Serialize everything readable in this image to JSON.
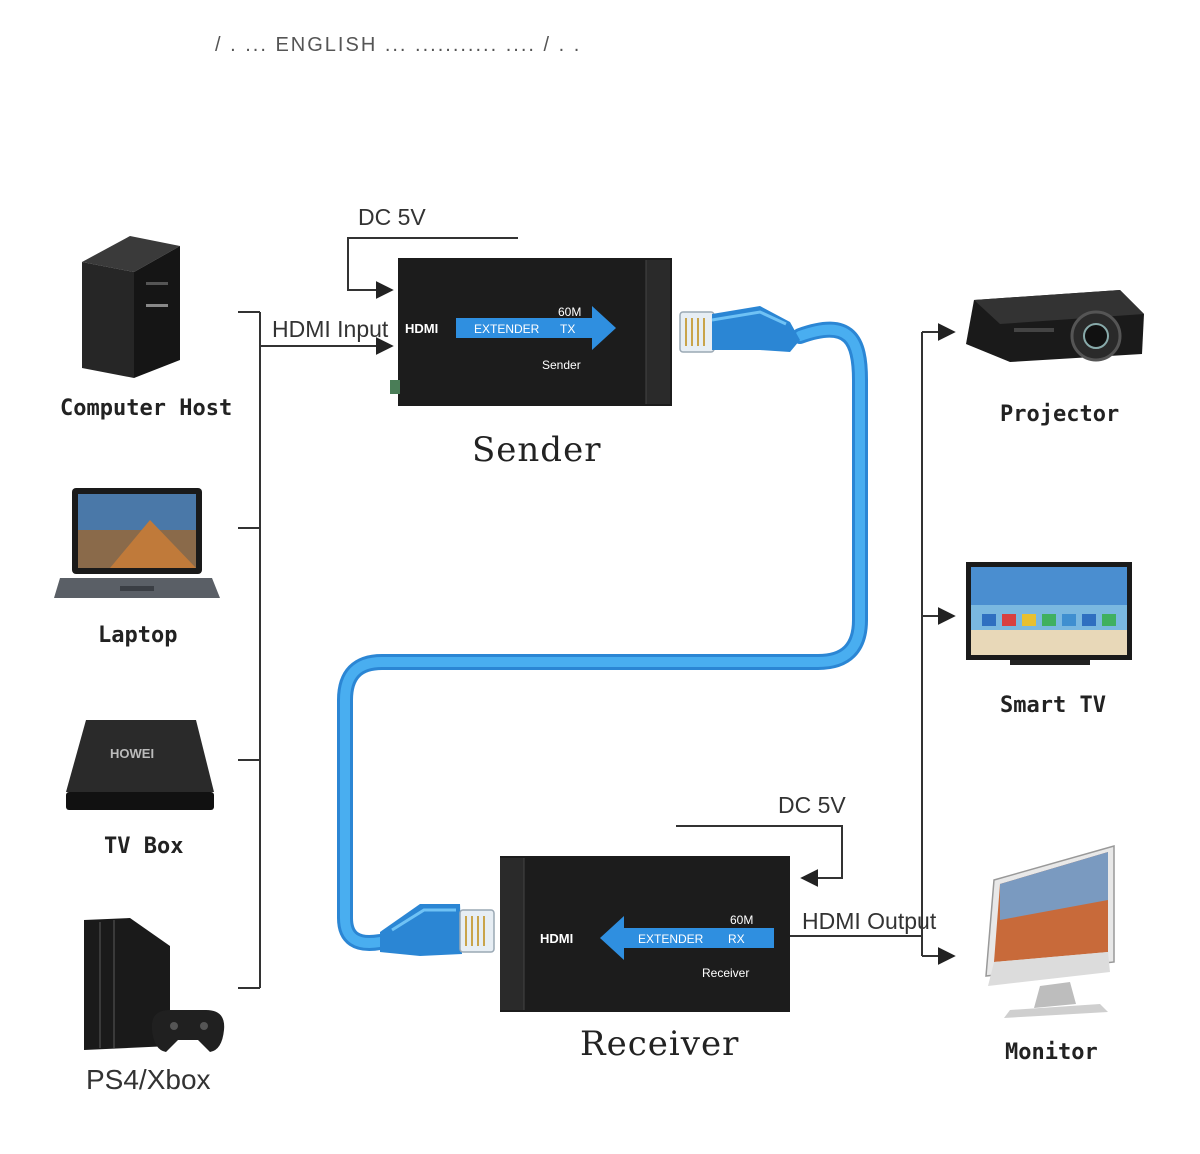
{
  "top_text": "/ . ...    ENGLISH ...     ...........   ....    /   . .",
  "sources": [
    {
      "label": "Computer Host",
      "icon": "computer-tower-icon"
    },
    {
      "label": "Laptop",
      "icon": "laptop-icon"
    },
    {
      "label": "TV Box",
      "icon": "tv-box-icon"
    },
    {
      "label": "PS4/Xbox",
      "icon": "game-console-icon"
    }
  ],
  "outputs": [
    {
      "label": "Projector",
      "icon": "projector-icon"
    },
    {
      "label": "Smart TV",
      "icon": "smart-tv-icon"
    },
    {
      "label": "Monitor",
      "icon": "monitor-icon"
    }
  ],
  "sender": {
    "caption": "Sender",
    "power_label": "DC 5V",
    "input_label": "HDMI Input",
    "brand": "HDMI",
    "extender": "EXTENDER",
    "distance": "60M",
    "mode": "TX",
    "device_name": "Sender"
  },
  "receiver": {
    "caption": "Receiver",
    "power_label": "DC 5V",
    "output_label": "HDMI Output",
    "brand": "HDMI",
    "extender": "EXTENDER",
    "distance": "60M",
    "mode": "RX",
    "device_name": "Receiver"
  },
  "colors": {
    "cable": "#3aa3e8",
    "arrow": "#2f8fe0",
    "box": "#1c1c1c",
    "line": "#333333"
  }
}
